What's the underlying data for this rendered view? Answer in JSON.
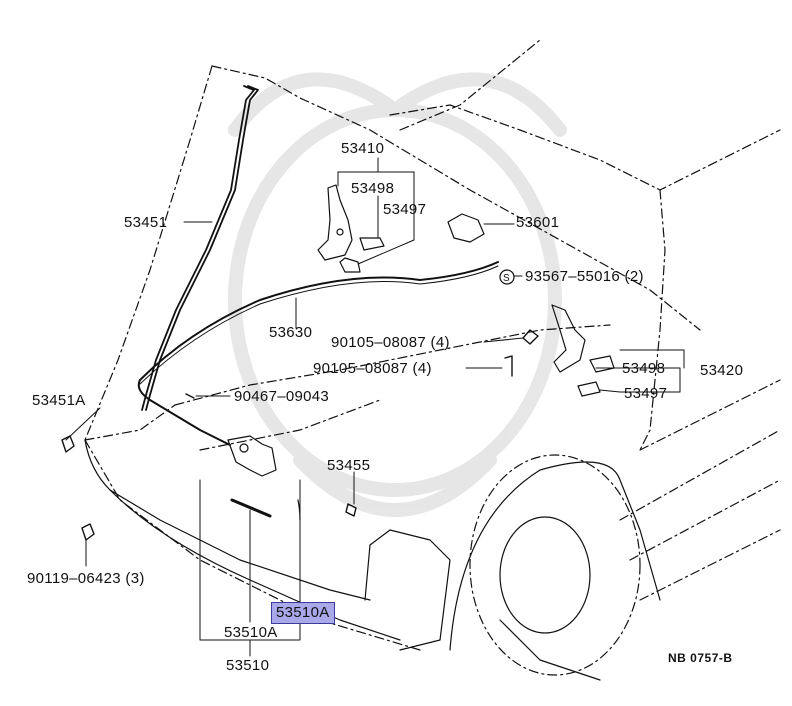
{
  "diagram": {
    "code": "NB 0757-B",
    "labels": {
      "p53410": "53410",
      "p53498_top": "53498",
      "p53497_top": "53497",
      "p53601": "53601",
      "p93567": "93567–55016 (2)",
      "p53451": "53451",
      "p53630": "53630",
      "p90105_a": "90105–08087 (4)",
      "p90105_b": "90105–08087 (4)",
      "p53498_right": "53498",
      "p53420": "53420",
      "p53497_right": "53497",
      "p53451A": "53451A",
      "p90467": "90467–09043",
      "p53455": "53455",
      "p90119": "90119–06423 (3)",
      "p53510A_hl": "53510A",
      "p53510A": "53510A",
      "p53510": "53510"
    },
    "highlight_color": "#a9a9ea"
  }
}
